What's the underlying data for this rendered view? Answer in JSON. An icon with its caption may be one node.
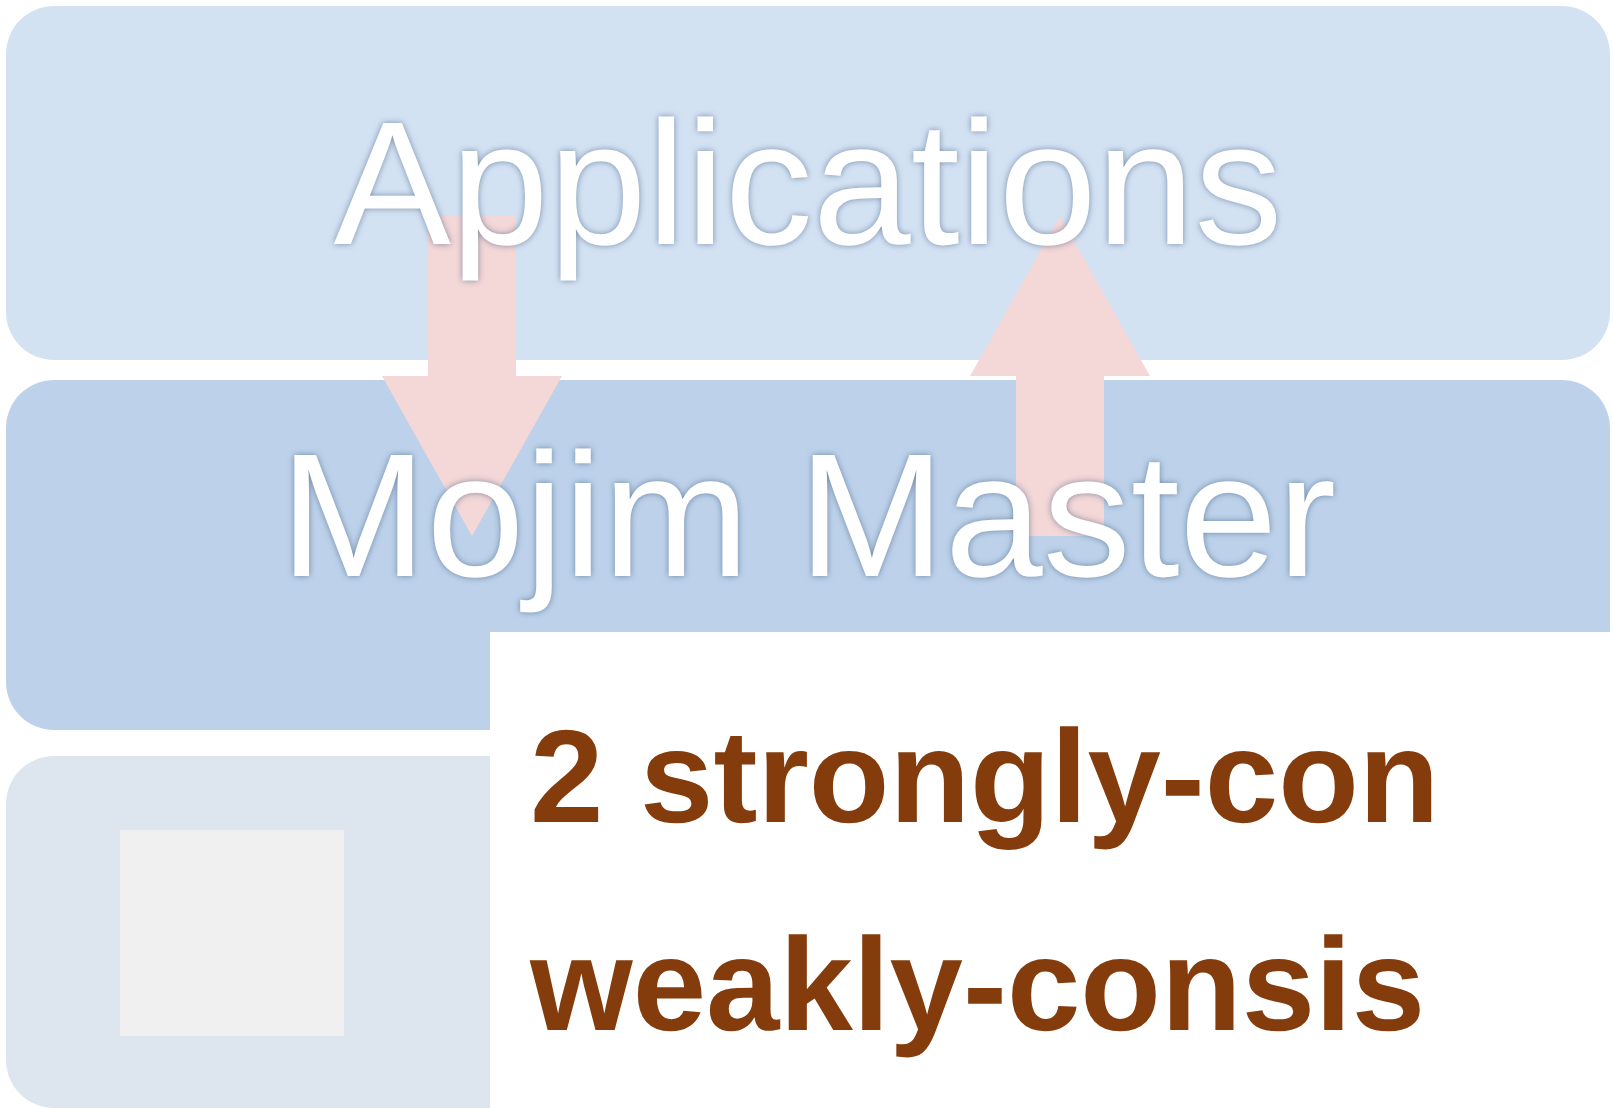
{
  "diagram": {
    "nodes": [
      {
        "text": [
          "Applications"
        ]
      },
      {
        "text": [
          "Mojim Master"
        ]
      },
      {
        "text": [],
        "shape": "bar"
      },
      {
        "text": [],
        "shape": "box",
        "in": 2
      },
      {
        "text": [
          "2 strongly-con",
          "weakly-consis"
        ]
      }
    ],
    "edges": [
      {
        "from": 0,
        "to": 1,
        "arrow": "to"
      },
      {
        "from": 1,
        "to": 0,
        "arrow": "to"
      }
    ]
  }
}
